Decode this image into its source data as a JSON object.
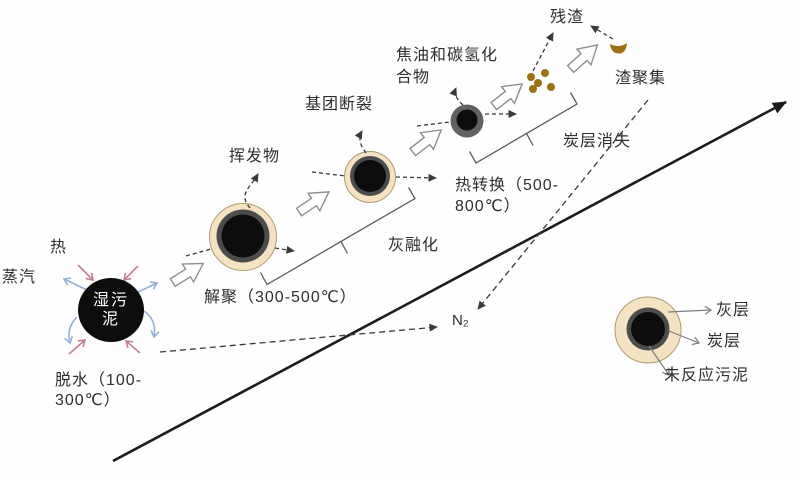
{
  "stage1": {
    "heat": "热",
    "steam": "蒸汽",
    "particle_line1": "湿污",
    "particle_line2": "泥",
    "caption_line1": "脱水（100-",
    "caption_line2": "300℃）"
  },
  "stage2": {
    "caption": "解聚（300-500℃）",
    "output": "挥发物"
  },
  "stage3": {
    "output": "基团断裂"
  },
  "stage4": {
    "output_line1": "焦油和碳氢化",
    "output_line2": "合物",
    "caption_line1": "热转换（500-",
    "caption_line2": "800℃）"
  },
  "stage5": {
    "residue": "残渣",
    "slag_aggregation": "渣聚集"
  },
  "brackets": {
    "ash_melting": "灰融化",
    "char_disappear": "炭层消失"
  },
  "gas": {
    "n2": "N₂"
  },
  "legend": {
    "ash_layer": "灰层",
    "char_layer": "炭层",
    "unreacted_sludge": "未反应污泥"
  },
  "colors": {
    "ash_ring": "#f4e2c2",
    "ash_ring_border": "#b09a6e",
    "char_ring": "#4c4c4c",
    "char_fading": "#616161",
    "sludge_core": "#0d0d0d",
    "residue_brown": "#9c7110",
    "heat_pink": "#c2808f",
    "steam_blue": "#94b1d3",
    "arrow_outline": "#8e8e8e",
    "line_dark": "#1c1c1c",
    "dash_gray": "#3a3a3a",
    "thin_gray": "#7d7d7d",
    "text": "#2e2e2e"
  }
}
